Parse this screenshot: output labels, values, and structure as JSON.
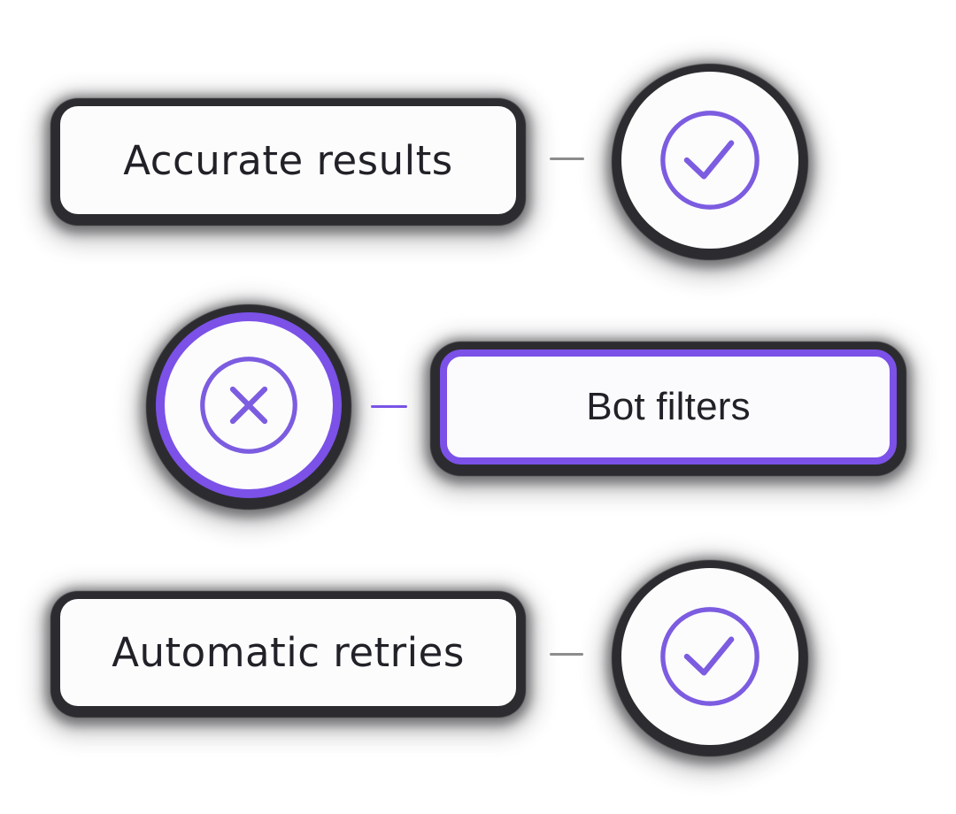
{
  "palette": {
    "background": "#ffffff",
    "shadow_dark": "#29292d",
    "purple_border": "#7b51e8",
    "purple_icon": "#7c5ce0",
    "connector_gray": "#8c8c8c",
    "connector_purple": "#7a54e6",
    "card_background": "#fcfcfd",
    "label_text": "#212127"
  },
  "items": [
    {
      "id": "accurate-results",
      "label": "Accurate results",
      "status_icon": "check-circle",
      "connector_color": "gray"
    },
    {
      "id": "bot-filters",
      "label": "Bot filters",
      "status_icon": "cross-circle",
      "connector_color": "purple"
    },
    {
      "id": "automatic-retries",
      "label": "Automatic retries",
      "status_icon": "check-circle",
      "connector_color": "gray"
    }
  ]
}
